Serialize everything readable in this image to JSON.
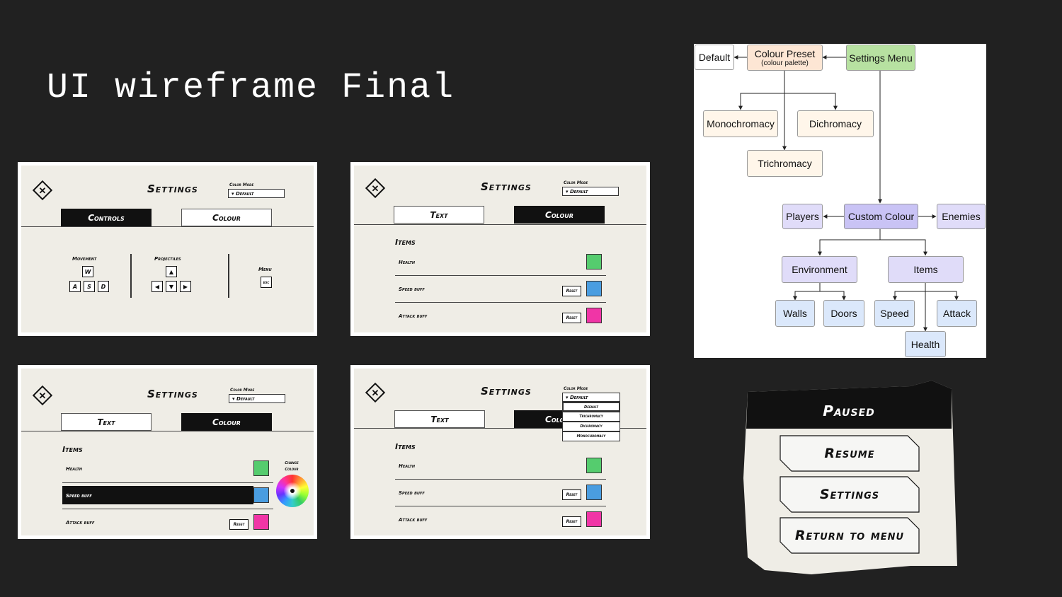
{
  "title": "UI wireframe Final",
  "settings": {
    "title": "Settings",
    "color_mode_label": "Color Mode",
    "color_mode_value": "▾ Default",
    "close_symbol": "✕",
    "reset_label": "Reset"
  },
  "panel1": {
    "tab_controls": "Controls",
    "tab_colour": "Colour",
    "movement_label": "Movement",
    "movement_keys": [
      "W",
      "A",
      "S",
      "D"
    ],
    "projectiles_label": "Projectiles",
    "projectile_keys": [
      "▲",
      "◀",
      "▼",
      "▶"
    ],
    "menu_label": "Menu",
    "menu_key": "esc"
  },
  "colour_tabs": {
    "text": "Text",
    "colour": "Colour"
  },
  "items": {
    "section": "Items",
    "health": "Health",
    "speed_buff": "Speed buff",
    "attack_buff": "Attack buff"
  },
  "panel3": {
    "change_colour": "Change Colour"
  },
  "panel4": {
    "dropdown": [
      "Default",
      "Trichromacy",
      "Dichromacy",
      "Monochromacy"
    ]
  },
  "colors": {
    "health": "#55cc6e",
    "speed": "#4a9de0",
    "attack": "#f035a6"
  },
  "flow": {
    "default": "Default",
    "colour_preset": "Colour Preset",
    "colour_preset_sub": "(colour palette)",
    "settings_menu": "Settings Menu",
    "monochromacy": "Monochromacy",
    "dichromacy": "Dichromacy",
    "trichromacy": "Trichromacy",
    "players": "Players",
    "custom_colour": "Custom Colour",
    "enemies": "Enemies",
    "environment": "Environment",
    "items": "Items",
    "walls": "Walls",
    "doors": "Doors",
    "speed": "Speed",
    "attack": "Attack",
    "health": "Health"
  },
  "pause": {
    "title": "Paused",
    "resume": "Resume",
    "settings": "Settings",
    "return": "Return to menu"
  }
}
